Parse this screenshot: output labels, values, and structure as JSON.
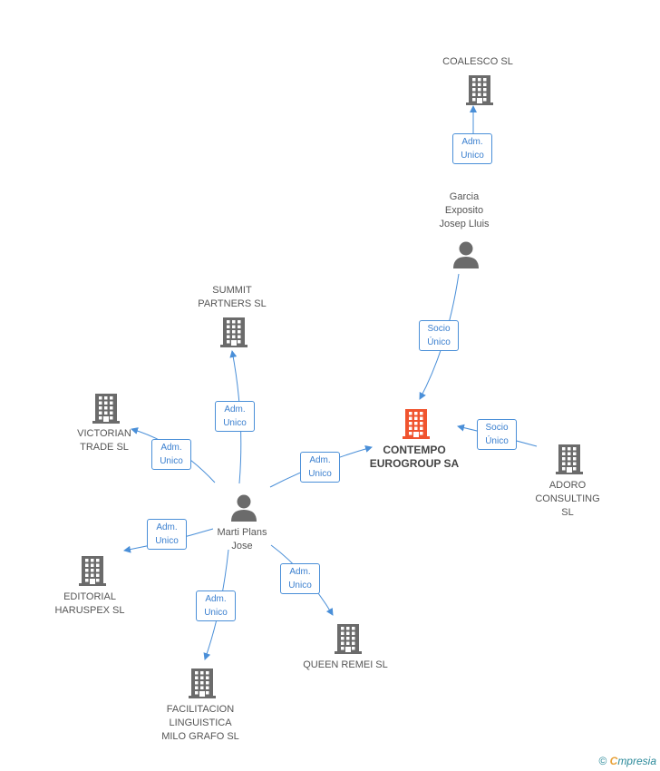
{
  "colors": {
    "edge": "#4a8fd8",
    "company": "#6b6b6b",
    "main_company": "#f0542f",
    "person": "#6b6b6b"
  },
  "nodes": {
    "contempo": {
      "label": "CONTEMPO\nEUROGROUP SA",
      "type": "company-main"
    },
    "coalesco": {
      "label": "COALESCO SL",
      "type": "company"
    },
    "garcia": {
      "label": "Garcia\nExposito\nJosep Lluis",
      "type": "person"
    },
    "summit": {
      "label": "SUMMIT\nPARTNERS SL",
      "type": "company"
    },
    "victorian": {
      "label": "VICTORIAN\nTRADE SL",
      "type": "company"
    },
    "adoro": {
      "label": "ADORO\nCONSULTING\nSL",
      "type": "company"
    },
    "marti": {
      "label": "Marti Plans\nJose",
      "type": "person"
    },
    "editorial": {
      "label": "EDITORIAL\nHARUSPEX SL",
      "type": "company"
    },
    "queen": {
      "label": "QUEEN REMEI SL",
      "type": "company"
    },
    "facilitacion": {
      "label": "FACILITACION\nLINGUISTICA\nMILO GRAFO SL",
      "type": "company"
    }
  },
  "edges": [
    {
      "id": "garcia-coalesco",
      "label": "Adm.\nUnico"
    },
    {
      "id": "garcia-contempo",
      "label": "Socio\nÚnico"
    },
    {
      "id": "adoro-contempo",
      "label": "Socio\nÚnico"
    },
    {
      "id": "marti-contempo",
      "label": "Adm.\nUnico"
    },
    {
      "id": "marti-summit",
      "label": "Adm.\nUnico"
    },
    {
      "id": "marti-victorian",
      "label": "Adm.\nUnico"
    },
    {
      "id": "marti-editorial",
      "label": "Adm.\nUnico"
    },
    {
      "id": "marti-facilitacion",
      "label": "Adm.\nUnico"
    },
    {
      "id": "marti-queen",
      "label": "Adm.\nUnico"
    }
  ],
  "footer": {
    "copyright": "©",
    "brand_first": "C",
    "brand_rest": "mpresia"
  }
}
